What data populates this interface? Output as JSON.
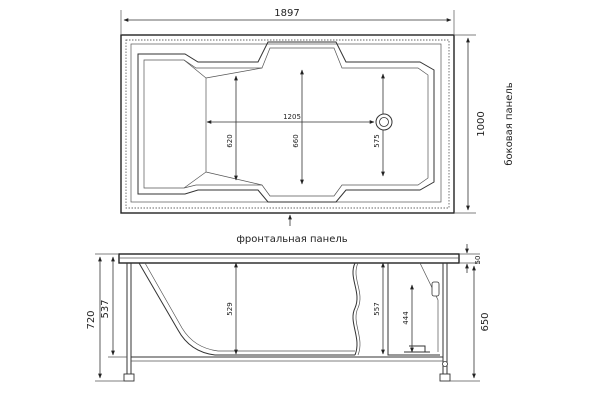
{
  "diagram": {
    "dimensions": {
      "overall_length": "1897",
      "overall_width": "1000",
      "inner_length": "1205",
      "inner_width_left": "620",
      "inner_width_center": "660",
      "inner_width_right": "575",
      "rim_height": "50",
      "total_height": "720",
      "depth_total": "537",
      "depth_center": "529",
      "depth_right": "557",
      "drain_height": "444",
      "panel_height": "650"
    },
    "labels": {
      "front_panel": "фронтальная панель",
      "side_panel": "боковая панель"
    }
  }
}
